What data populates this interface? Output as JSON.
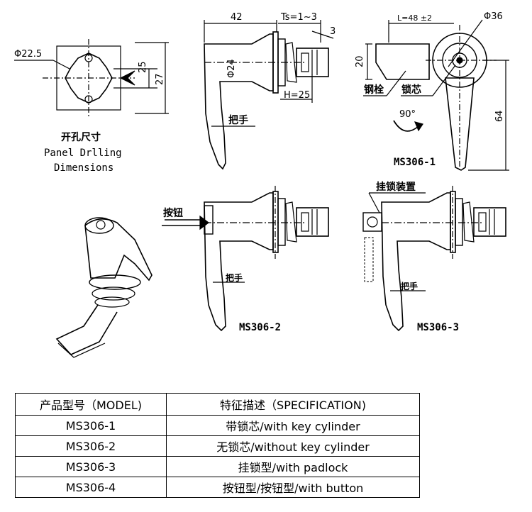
{
  "drilling": {
    "diameter": "Φ22.5",
    "dim_small": "25",
    "dim_large": "27",
    "caption_cn": "开孔尺寸",
    "caption_en_1": "Panel Drlling",
    "caption_en_2": "Dimensions"
  },
  "side_view_1": {
    "dim_42": "42",
    "dim_ts": "Ts=1~3",
    "dim_3": "3",
    "dim_d24": "Φ24",
    "dim_h": "H=25",
    "handle_label": "把手"
  },
  "front_view_1": {
    "dim_l": "L=48 ±2",
    "dim_d36": "Φ36",
    "dim_20": "20",
    "dim_64": "64",
    "steel_bolt": "钢栓",
    "lock_core": "锁芯",
    "rotation": "90°",
    "model": "MS306-1"
  },
  "side_view_2": {
    "button_label": "按钮",
    "handle_label": "把手",
    "model": "MS306-2"
  },
  "side_view_3": {
    "padlock_label": "挂锁装置",
    "handle_label": "把手",
    "model": "MS306-3"
  },
  "spec_table": {
    "header_model": "产品型号（MODEL)",
    "header_spec": "特征描述（SPECIFICATION)",
    "rows": [
      {
        "model": "MS306-1",
        "spec": "带锁芯/with key cylinder"
      },
      {
        "model": "MS306-2",
        "spec": "无锁芯/without key cylinder"
      },
      {
        "model": "MS306-3",
        "spec": "挂锁型/with padlock"
      },
      {
        "model": "MS306-4",
        "spec": "按钮型/按钮型/with button"
      }
    ]
  }
}
